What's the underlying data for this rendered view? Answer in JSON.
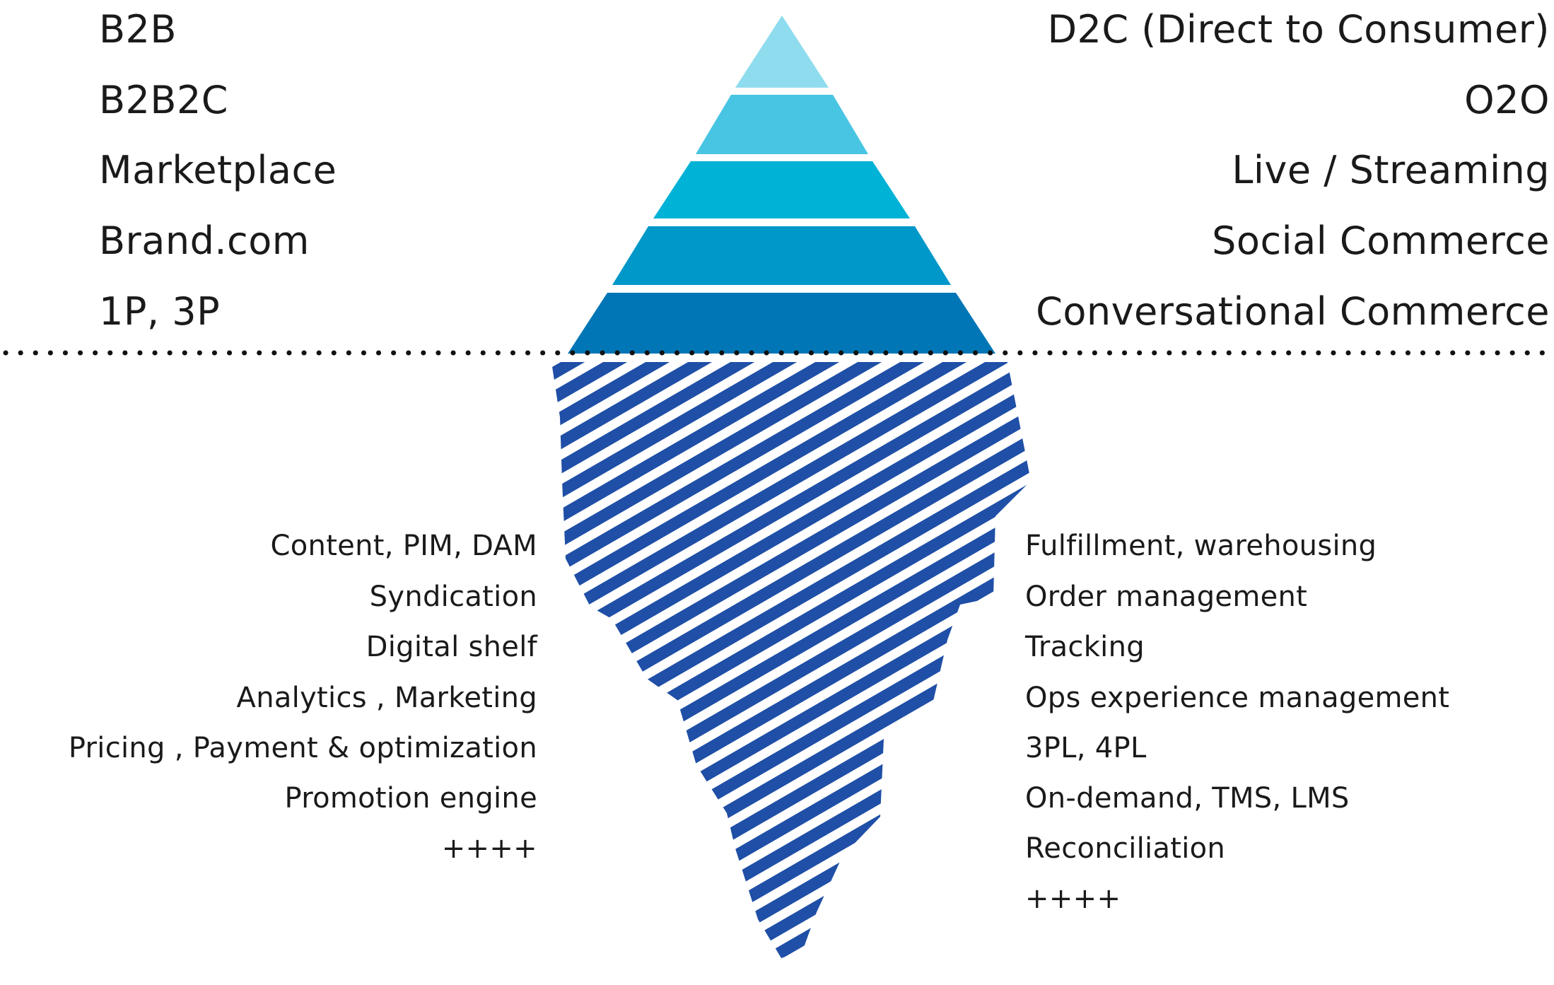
{
  "above_surface": {
    "left_labels": [
      "B2B",
      "B2B2C",
      "Marketplace",
      "Brand.com",
      "1P, 3P"
    ],
    "right_labels": [
      "D2C (Direct to Consumer)",
      "O2O",
      "Live / Streaming",
      "Social Commerce",
      "Conversational Commerce"
    ],
    "pyramid_tier_colors": [
      "#8fdcee",
      "#48c5e3",
      "#00b3d6",
      "#0097c9",
      "#0076b6"
    ]
  },
  "below_surface": {
    "left_labels": [
      "Content, PIM, DAM",
      "Syndication",
      "Digital shelf",
      "Analytics , Marketing",
      "Pricing , Payment & optimization",
      "Promotion engine",
      "++++"
    ],
    "right_labels": [
      "Fulfillment, warehousing",
      "Order management",
      "Tracking",
      "Ops experience management",
      "3PL, 4PL",
      "On-demand, TMS, LMS",
      "Reconciliation",
      "++++"
    ],
    "hatch_color": "#1f4fa6"
  },
  "waterline_color": "#111111"
}
